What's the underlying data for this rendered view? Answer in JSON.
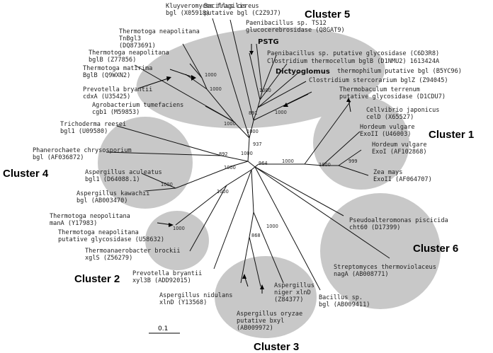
{
  "cluster_color": "#c8c8c8",
  "clusters": {
    "c1": "Cluster 1",
    "c2": "Cluster 2",
    "c3": "Cluster 3",
    "c4": "Cluster 4",
    "c5": "Cluster 5",
    "c6": "Cluster 6"
  },
  "scale_label": "0.1",
  "bootstrap": {
    "b1000a": "1000",
    "b1000b": "1000",
    "b1000c": "1000",
    "b891": "891",
    "b1000d": "1000",
    "b1000e": "1000",
    "b937": "937",
    "b1000f": "1000",
    "b1000g": "1000",
    "b892": "892",
    "b1000h": "1000",
    "b1000i": "1000",
    "b964": "964",
    "b1000j": "1000",
    "b1000k": "1000",
    "b999": "999",
    "b1000l": "1000",
    "b1000m": "1000",
    "b868": "868",
    "b1000n": "1000"
  },
  "leaves": {
    "kfrag": [
      "Kluyveromyces fragilis",
      "bgl (X05918)"
    ],
    "bcer": [
      "Bacillus cereus",
      "putative bgl (C2Z9J7)"
    ],
    "ts12": [
      "Paenibacillus sp. TS12",
      "glucocerebrosidase (Q8GAT9)"
    ],
    "pstg": "PSTG",
    "tneaTn": [
      "Thermotoga neapolitana",
      "TnBgl3",
      "(DQ873691)"
    ],
    "tneaB": [
      "Thermotoga neapolitana",
      "bglB (Z77856)"
    ],
    "tmat": [
      "Thermotoga matirima",
      "BglB (Q9WXN2)"
    ],
    "pbryC": [
      "Prevotella bryantii",
      "cdxA (U35425)"
    ],
    "agro": [
      "Agrobacterium tumefaciens",
      "cgb1 (M59853)"
    ],
    "psp": "Paenibacillus sp. putative glycosidase (C6D3R8)",
    "cthe": "Clostridium thermocellum bglB (D1NMU2) 1613424A",
    "dict_b": "Dictyoglomus",
    "dict": "thermophilum putative bgl (B5YC96)",
    "cste": "Clostridium stercorarium bglZ (Z94045)",
    "tter": [
      "Thermobaculum terrenum",
      "putative glycosidase (D1CDU7)"
    ],
    "cjap": [
      "Cellvibrio japonicus",
      "celD (X65527)"
    ],
    "hvu2": [
      "Hordeum vulgare",
      "ExoII (U46003)"
    ],
    "hvu1": [
      "Hordeum vulgare",
      "ExoI (AF102868)"
    ],
    "zmay": [
      "Zea mays",
      "ExoII (AF064707)"
    ],
    "tree": [
      "Trichoderma reesei",
      "bgl1 (U09580)"
    ],
    "pchr": [
      "Phanerochaete chrysosporium",
      "bgl (AF036872)"
    ],
    "aacu": [
      "Aspergillus aculeatus",
      "bgl1 (D64088.1)"
    ],
    "akaw": [
      "Aspergillus kawachii",
      "bgl (AB003470)"
    ],
    "tneoM": [
      "Thermotoga neopolitana",
      "manA (Y17983)"
    ],
    "tneaP": [
      "Thermotoga neapolitana",
      "putative glycosidase (U58632)"
    ],
    "tbro": [
      "Thermoanaerobacter brockii",
      "xglS (Z56279)"
    ],
    "pbryX": [
      "Prevotella bryantii",
      "xyl3B (ADD92015)"
    ],
    "anid": [
      "Aspergillus nidulans",
      "xlnD (Y13568)"
    ],
    "anig": [
      "Aspergillus",
      "niger xlnD",
      "(Z84377)"
    ],
    "aory": [
      "Aspergillus oryzae",
      "putative bxyl",
      "(AB009972)"
    ],
    "bsp": [
      "Bacillus sp.",
      "bgl (AB009411)"
    ],
    "ppis": [
      "Pseudoalteromonas piscicida",
      "cht60 (D17399)"
    ],
    "sthe": [
      "Streptomyces thermoviolaceus",
      "nagA (AB008771)"
    ]
  }
}
